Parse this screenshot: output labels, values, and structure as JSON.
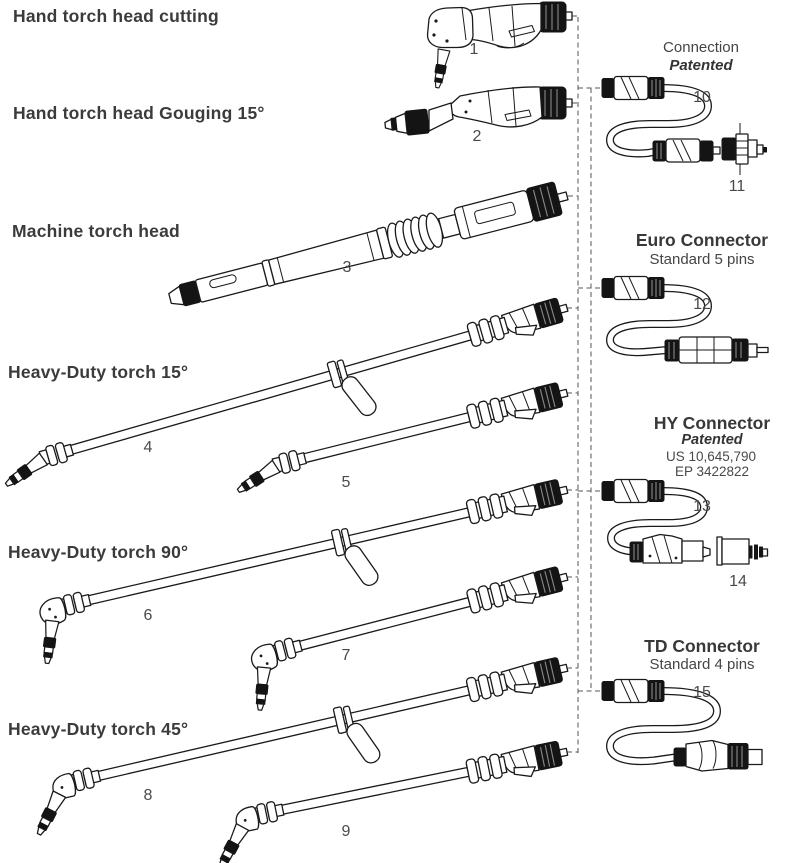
{
  "colors": {
    "line": "#1a1a1a",
    "text": "#3b3b3b",
    "muted": "#4a4a4a"
  },
  "torch_groups": [
    {
      "label": "Hand torch head cutting",
      "items": [
        "1"
      ]
    },
    {
      "label": "Hand torch head Gouging 15°",
      "items": [
        "2"
      ]
    },
    {
      "label": "Machine torch head",
      "items": [
        "3"
      ]
    },
    {
      "label": "Heavy-Duty torch 15°",
      "items": [
        "4",
        "5"
      ]
    },
    {
      "label": "Heavy-Duty torch 90°",
      "items": [
        "6",
        "7"
      ]
    },
    {
      "label": "Heavy-Duty torch 45°",
      "items": [
        "8",
        "9"
      ]
    }
  ],
  "connector_groups": [
    {
      "title": "Connection",
      "subtitle": "Patented",
      "patents": [],
      "items": [
        "10",
        "11"
      ]
    },
    {
      "title": "Euro Connector",
      "subtitle": "Standard 5 pins",
      "patents": [],
      "items": [
        "12"
      ]
    },
    {
      "title": "HY Connector",
      "subtitle": "Patented",
      "patents": [
        "US 10,645,790",
        "EP 3422822"
      ],
      "items": [
        "13",
        "14"
      ]
    },
    {
      "title": "TD Connector",
      "subtitle": "Standard 4 pins",
      "patents": [],
      "items": [
        "15"
      ]
    }
  ]
}
